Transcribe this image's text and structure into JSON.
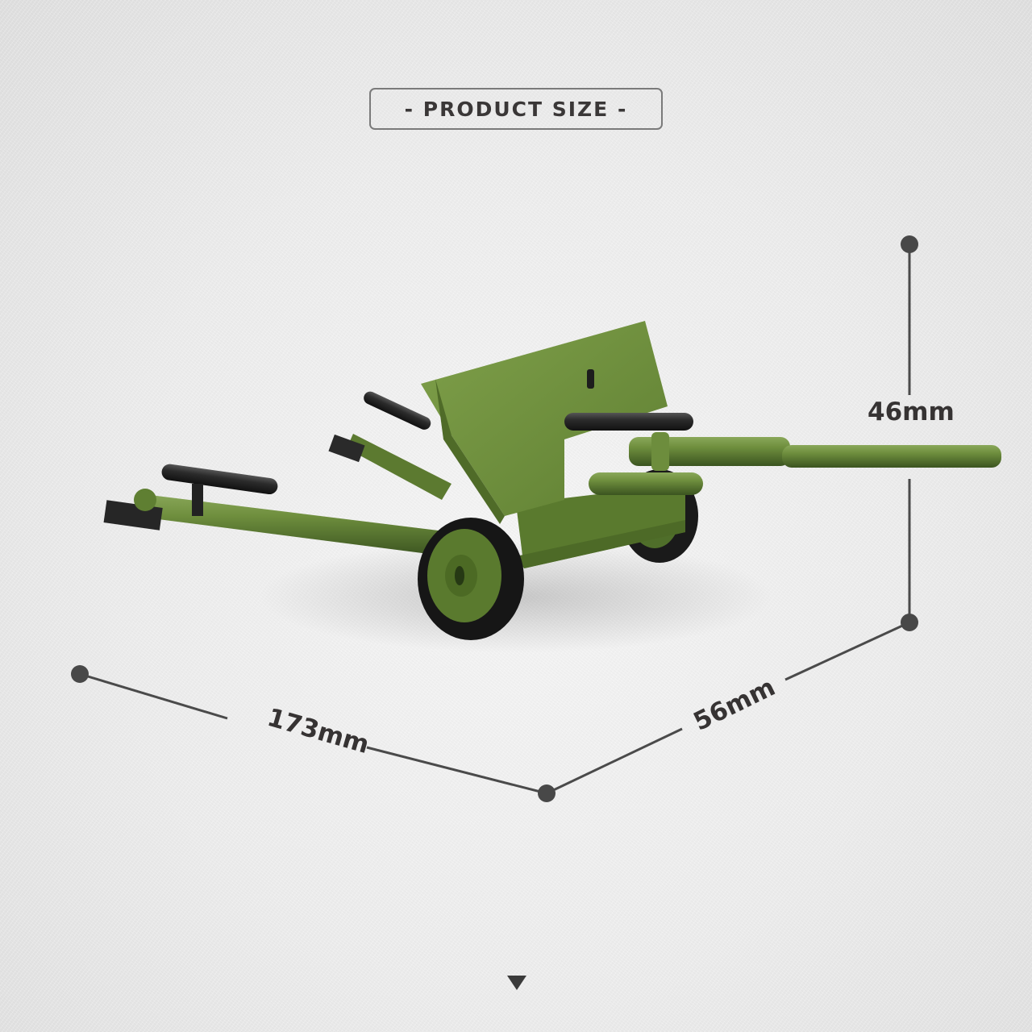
{
  "header": {
    "title": "- PRODUCT SIZE -"
  },
  "product": {
    "name": "green anti-tank field gun brick model",
    "image_icon": "field-gun-model-illustration"
  },
  "dimensions": {
    "height": {
      "label": "46mm",
      "value_mm": 46
    },
    "width": {
      "label": "56mm",
      "value_mm": 56
    },
    "length": {
      "label": "173mm",
      "value_mm": 173
    }
  },
  "colors": {
    "background": "#ececec",
    "text": "#363333",
    "dimension_line": "#4a4a4a",
    "border": "#7a7a7a",
    "model_green": "#6a8a3a",
    "model_dark_green": "#3f5a22",
    "tire_black": "#1c1c1c"
  },
  "footer": {
    "scroll_indicator_icon": "triangle-down-icon"
  }
}
